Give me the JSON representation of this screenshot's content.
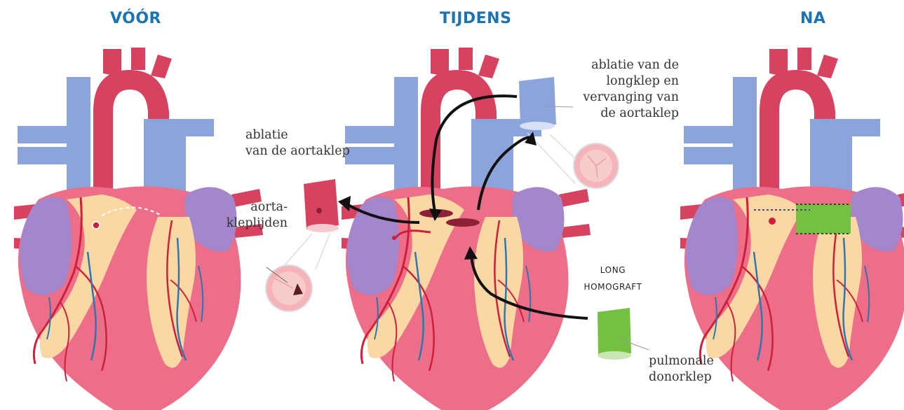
{
  "panels": {
    "before": {
      "title": "VÓÓR"
    },
    "during": {
      "title": "TIJDENS"
    },
    "after": {
      "title": "NA"
    }
  },
  "labels": {
    "aortic_ablation": "ablatie\nvan de aortaklep",
    "aortic_cusps": "aorta-\nkleplijden",
    "pulmonary_ablation": "ablatie van de\nlongklep en\nvervanging van\nde aortaklep",
    "lung_homograft": "LONG\nHOMOGRAFT",
    "donor_valve": "pulmonale\ndonorklep"
  },
  "colors": {
    "heading": "#1a73b5",
    "heart_body": "#ec6e88",
    "aorta": "#d6425f",
    "vein": "#8ba4dc",
    "atrium": "#a486cc",
    "fat": "#fbd7a4",
    "artery": "#cf1f3a",
    "coronary_vein": "#2e76b0",
    "graft": "#74c043",
    "arrow": "#111111"
  }
}
